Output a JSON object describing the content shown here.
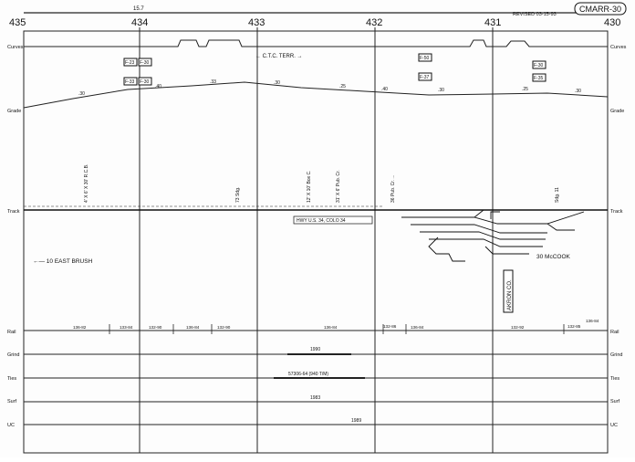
{
  "sheet_id": "CMARR-30",
  "revised": "REVISED 03-15-93",
  "top_mark": "15.7",
  "mileposts": [
    "435",
    "434",
    "433",
    "432",
    "431",
    "430"
  ],
  "row_labels_left": {
    "curves": "Curves",
    "grade": "Grade",
    "track": "Track",
    "rail": "Rail",
    "grind": "Grind",
    "ties": "Ties",
    "surf": "Surf",
    "uc": "UC"
  },
  "row_labels_right": {
    "curves": "Curves",
    "grade": "Grade",
    "track": "Track",
    "rail": "Rail",
    "grind": "Grind",
    "ties": "Ties",
    "surf": "Surf",
    "uc": "UC"
  },
  "ctc": "← C.T.C. TERR. →",
  "stations": {
    "east_brush": "←— 10 EAST BRUSH",
    "mccook": "30 McCOOK",
    "akron": "AKRON CO."
  },
  "hwy": "HWY U.S. 34, COLO 34",
  "curve_boxes": [
    "F-23",
    "F-30",
    "F-33",
    "F-30",
    "F-50",
    "F-37",
    "F-30",
    "F-35"
  ],
  "rail_segments": [
    "136-82",
    "133-84",
    "132-90",
    "136-84",
    "132-90",
    "136-84",
    "132-86",
    "136-84",
    "132-92",
    "132-85",
    "136-84"
  ],
  "maintenance": {
    "grind": "1990",
    "ties": "57306-64 (940 T/M)",
    "surf": "1983",
    "uc": "1989"
  },
  "grade_values": [
    ".30",
    ".40",
    ".33",
    ".30",
    ".25",
    ".40",
    ".30",
    ".25",
    ".30"
  ],
  "vertical_labels": [
    "4' X 6' X 30' R.C.B.",
    "12' X 10' Box C.",
    "36 Pub. Cr. ...",
    "73 Sdg.",
    "31' X 6' Pub. Cr.",
    "Sdg. 11"
  ]
}
